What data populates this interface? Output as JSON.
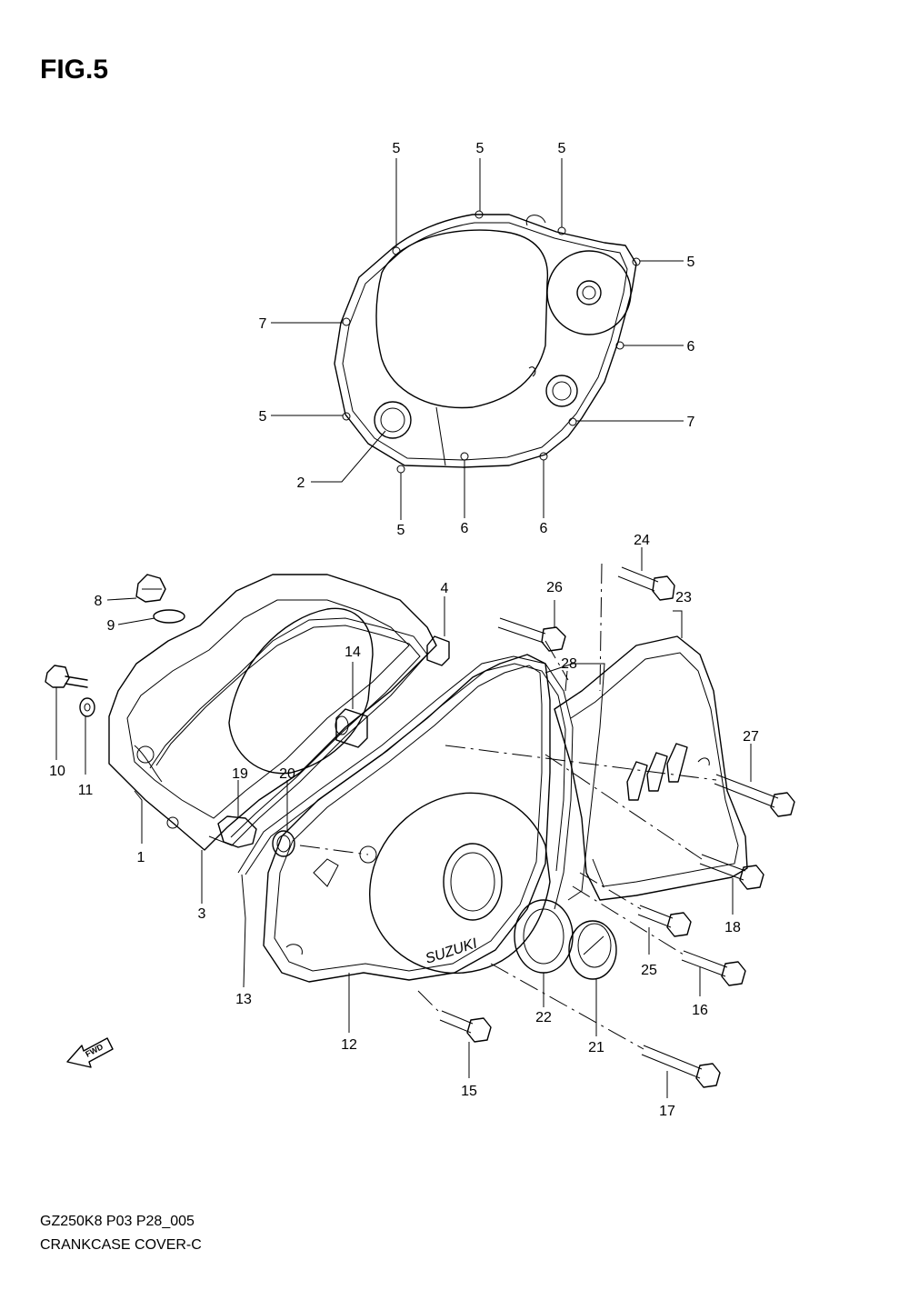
{
  "figure": {
    "title": "FIG.5",
    "footer_code": "GZ250K8 P03 P28_005",
    "footer_name": "CRANKCASE COVER-C",
    "fwd_text": "FWD",
    "brand_text": "SUZUKI"
  },
  "callouts": [
    "5",
    "5",
    "5",
    "5",
    "7",
    "6",
    "5",
    "7",
    "2",
    "5",
    "6",
    "6",
    "8",
    "9",
    "4",
    "26",
    "24",
    "23",
    "14",
    "28",
    "10",
    "11",
    "19",
    "20",
    "27",
    "1",
    "3",
    "18",
    "25",
    "13",
    "16",
    "12",
    "22",
    "21",
    "15",
    "17"
  ]
}
